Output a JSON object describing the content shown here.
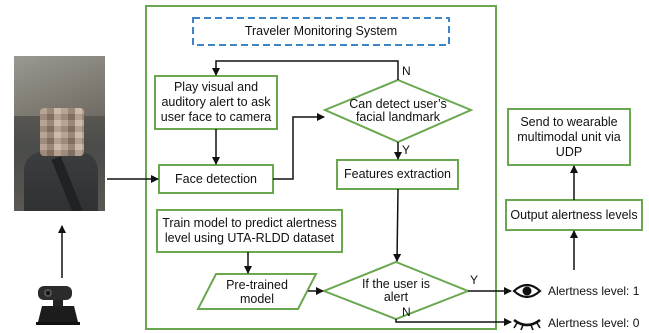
{
  "nodes": {
    "system_title": "Traveler Monitoring System",
    "play_alert": "Play visual and auditory alert to ask user face to camera",
    "can_detect": "Can detect user’s facial landmark",
    "face_detection": "Face detection",
    "features_extraction": "Features extraction",
    "train_model": "Train model to predict alertness level using UTA-RLDD dataset",
    "pretrained_model": "Pre-trained model",
    "is_alert": "If the user is alert",
    "send_wearable": "Send to wearable multimodal unit via UDP",
    "output_levels": "Output alertness levels"
  },
  "edge_labels": {
    "detect_no": "N",
    "detect_yes": "Y",
    "alert_yes": "Y",
    "alert_no": "N"
  },
  "outputs": {
    "alert_level_1": "Alertness  level: 1",
    "alert_level_0": "Alertness level: 0"
  },
  "icons": {
    "open_eye": "eye-icon",
    "closed_eye": "closed-eye-icon",
    "webcam": "webcam-icon",
    "driver_photo": "driver-photo"
  },
  "colors": {
    "box_border": "#6aa84f",
    "title_border": "#3d85c6",
    "arrow": "#111111"
  }
}
